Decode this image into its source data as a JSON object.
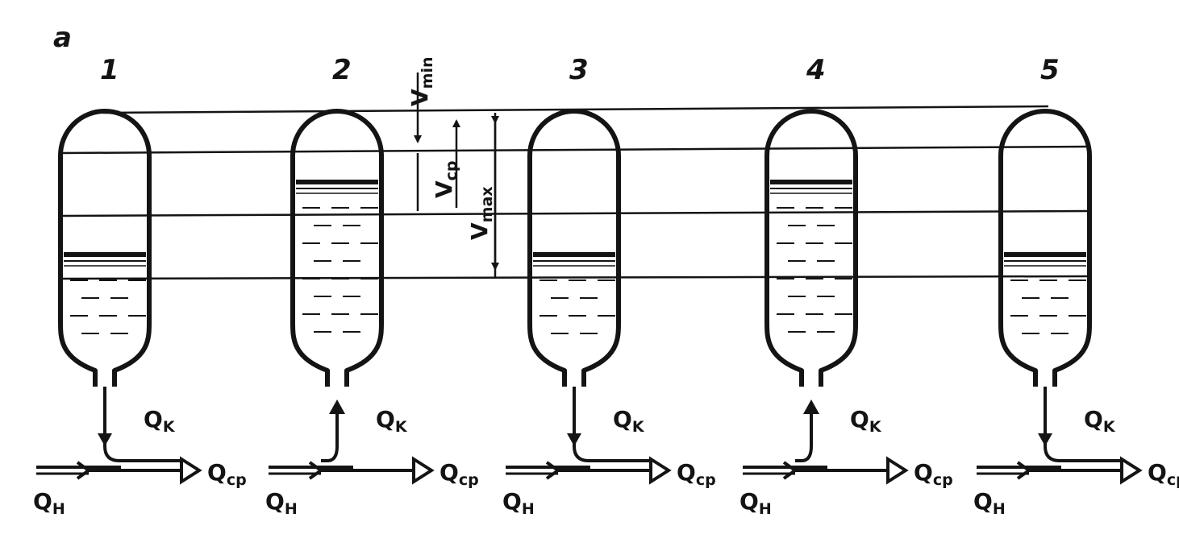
{
  "panel_label": "a",
  "vessels": [
    {
      "number": "1",
      "fill_level": 0.6,
      "flow_direction": "out",
      "labels": {
        "qk": {
          "main": "Q",
          "sub": "K"
        },
        "qcp": {
          "main": "Q",
          "sub": "cp"
        },
        "qh": {
          "main": "Q",
          "sub": "H"
        }
      }
    },
    {
      "number": "2",
      "fill_level": 0.8,
      "flow_direction": "in",
      "labels": {
        "qk": {
          "main": "Q",
          "sub": "K"
        },
        "qcp": {
          "main": "Q",
          "sub": "cp"
        },
        "qh": {
          "main": "Q",
          "sub": "H"
        }
      }
    },
    {
      "number": "3",
      "fill_level": 0.6,
      "flow_direction": "out",
      "labels": {
        "qk": {
          "main": "Q",
          "sub": "K"
        },
        "qcp": {
          "main": "Q",
          "sub": "cp"
        },
        "qh": {
          "main": "Q",
          "sub": "H"
        }
      }
    },
    {
      "number": "4",
      "fill_level": 0.8,
      "flow_direction": "in",
      "labels": {
        "qk": {
          "main": "Q",
          "sub": "K"
        },
        "qcp": {
          "main": "Q",
          "sub": "cp"
        },
        "qh": {
          "main": "Q",
          "sub": "H"
        }
      }
    },
    {
      "number": "5",
      "fill_level": 0.6,
      "flow_direction": "out",
      "labels": {
        "qk": {
          "main": "Q",
          "sub": "K"
        },
        "qcp": {
          "main": "Q",
          "sub": "cp"
        },
        "qh": {
          "main": "Q",
          "sub": "H"
        }
      }
    }
  ],
  "volume_labels": {
    "vmin": {
      "main": "V",
      "sub": "min"
    },
    "vcp": {
      "main": "V",
      "sub": "cp"
    },
    "vmax": {
      "main": "V",
      "sub": "max"
    }
  },
  "colors": {
    "ink": "#141414",
    "background": "#ffffff"
  }
}
